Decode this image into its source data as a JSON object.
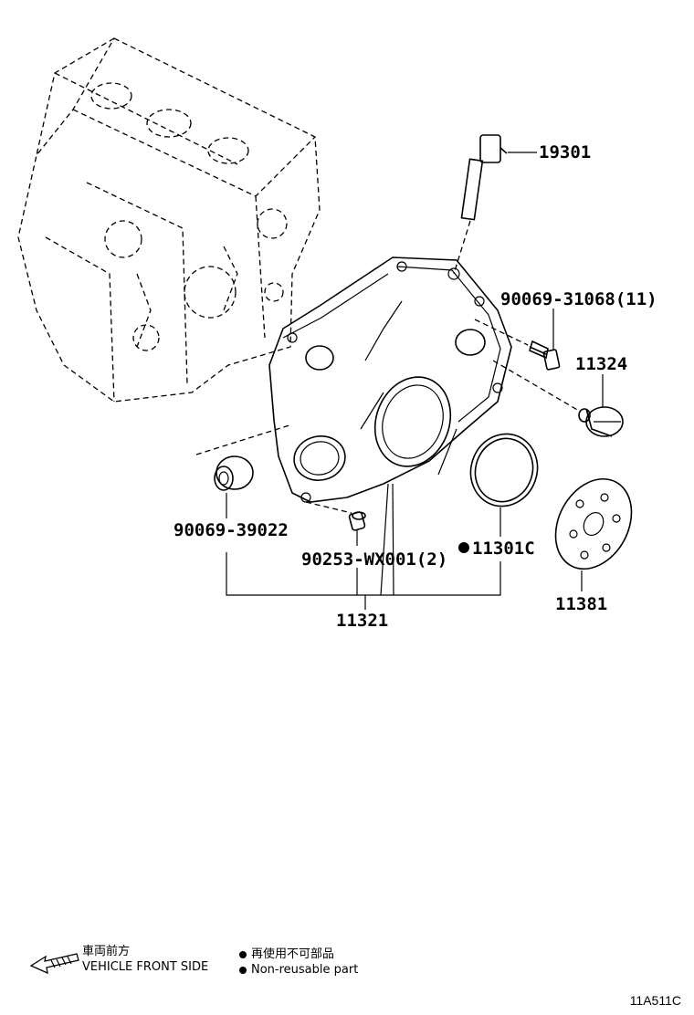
{
  "parts": {
    "p19301": "19301",
    "p90069_31068": "90069-31068(11)",
    "p11324": "11324",
    "p90069_39022": "90069-39022",
    "p90253": "90253-WX001(2)",
    "p11301C": "11301C",
    "p11381": "11381",
    "p11321": "11321"
  },
  "legend": {
    "front_jp": "車両前方",
    "front_en": "VEHICLE FRONT SIDE",
    "nonreuse_jp": "再使用不可部品",
    "nonreuse_en": "Non-reusable part"
  },
  "diagram_code": "11A511C"
}
